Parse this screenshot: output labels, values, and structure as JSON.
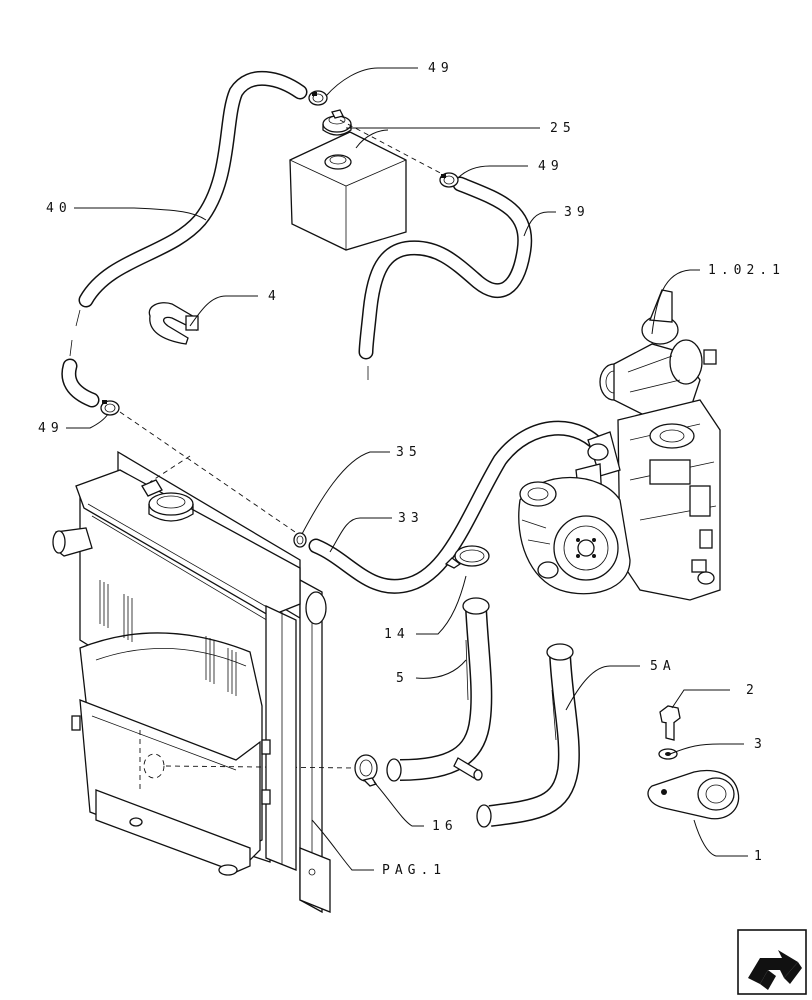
{
  "callouts": {
    "c49a": "49",
    "c25": "25",
    "c49b": "49",
    "c40": "40",
    "c39": "39",
    "c4": "4",
    "c1021": "1.02.1",
    "c49c": "49",
    "c35": "35",
    "c33": "33",
    "c14": "14",
    "c5": "5",
    "c5a": "5A",
    "c2": "2",
    "c3": "3",
    "c16": "16",
    "c1": "1",
    "cpag": "PAG.1"
  },
  "icons": {
    "nav": "next-page-arrow-icon"
  },
  "colors": {
    "ink": "#111111",
    "paper": "#ffffff"
  }
}
